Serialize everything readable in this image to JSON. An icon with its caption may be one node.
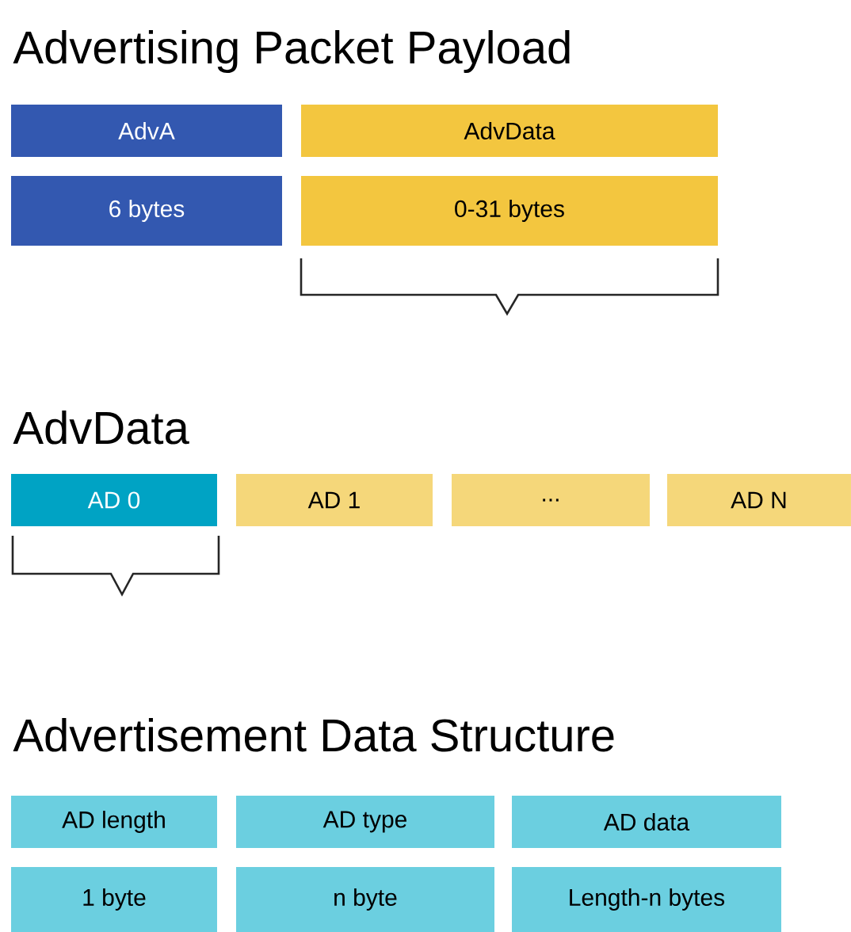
{
  "diagram": {
    "title": "Advertising Packet Payload",
    "nodes": [
      {
        "text": [
          "AdvA"
        ]
      },
      {
        "text": [
          "AdvData"
        ]
      },
      {
        "text": [
          "6 bytes"
        ]
      },
      {
        "text": [
          "0-31 bytes"
        ]
      },
      {
        "text": [
          "AD 0"
        ]
      },
      {
        "text": [
          "AD 1"
        ]
      },
      {
        "text": [
          "..."
        ]
      },
      {
        "text": [
          "AD N"
        ]
      },
      {
        "text": [
          "AD length"
        ]
      },
      {
        "text": [
          "AD type"
        ]
      },
      {
        "text": [
          "AD data"
        ]
      },
      {
        "text": [
          "1 byte"
        ]
      },
      {
        "text": [
          "n byte"
        ]
      },
      {
        "text": [
          "Length-n bytes"
        ]
      }
    ],
    "edges": [],
    "labels": [
      "AdvData",
      "Advertisement Data Structure"
    ]
  }
}
